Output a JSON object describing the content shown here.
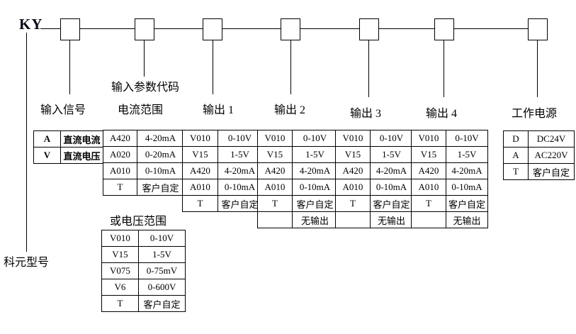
{
  "prefix": "KY",
  "model_label": "科元型号",
  "params_header": "输入参数代码",
  "sections": {
    "input_signal": {
      "label": "输入信号",
      "rows": [
        [
          "A",
          "直流电流"
        ],
        [
          "V",
          "直流电压"
        ]
      ]
    },
    "current_range": {
      "label": "电流范围",
      "rows": [
        [
          "A420",
          "4-20mA"
        ],
        [
          "A020",
          "0-20mA"
        ],
        [
          "A010",
          "0-10mA"
        ],
        [
          "T",
          "客户自定"
        ]
      ]
    },
    "voltage_range": {
      "label": "或电压范围",
      "rows": [
        [
          "V010",
          "0-10V"
        ],
        [
          "V15",
          "1-5V"
        ],
        [
          "V075",
          "0-75mV"
        ],
        [
          "V6",
          "0-600V"
        ],
        [
          "T",
          "客户自定"
        ]
      ]
    },
    "output1": {
      "label": "输出 1",
      "rows": [
        [
          "V010",
          "0-10V"
        ],
        [
          "V15",
          "1-5V"
        ],
        [
          "A420",
          "4-20mA"
        ],
        [
          "A010",
          "0-10mA"
        ],
        [
          "T",
          "客户自定"
        ]
      ]
    },
    "output2": {
      "label": "输出 2",
      "rows": [
        [
          "V010",
          "0-10V"
        ],
        [
          "V15",
          "1-5V"
        ],
        [
          "A420",
          "4-20mA"
        ],
        [
          "A010",
          "0-10mA"
        ],
        [
          "T",
          "客户自定"
        ],
        [
          "",
          "无输出"
        ]
      ]
    },
    "output3": {
      "label": "输出 3",
      "rows": [
        [
          "V010",
          "0-10V"
        ],
        [
          "V15",
          "1-5V"
        ],
        [
          "A420",
          "4-20mA"
        ],
        [
          "A010",
          "0-10mA"
        ],
        [
          "T",
          "客户自定"
        ],
        [
          "",
          "无输出"
        ]
      ]
    },
    "output4": {
      "label": "输出 4",
      "rows": [
        [
          "V010",
          "0-10V"
        ],
        [
          "V15",
          "1-5V"
        ],
        [
          "A420",
          "4-20mA"
        ],
        [
          "A010",
          "0-10mA"
        ],
        [
          "T",
          "客户自定"
        ],
        [
          "",
          "无输出"
        ]
      ]
    },
    "power": {
      "label": "工作电源",
      "rows": [
        [
          "D",
          "DC24V"
        ],
        [
          "A",
          "AC220V"
        ],
        [
          "T",
          "客户自定"
        ]
      ]
    }
  },
  "colors": {
    "line": "#000000",
    "background": "#ffffff",
    "text": "#000000"
  }
}
